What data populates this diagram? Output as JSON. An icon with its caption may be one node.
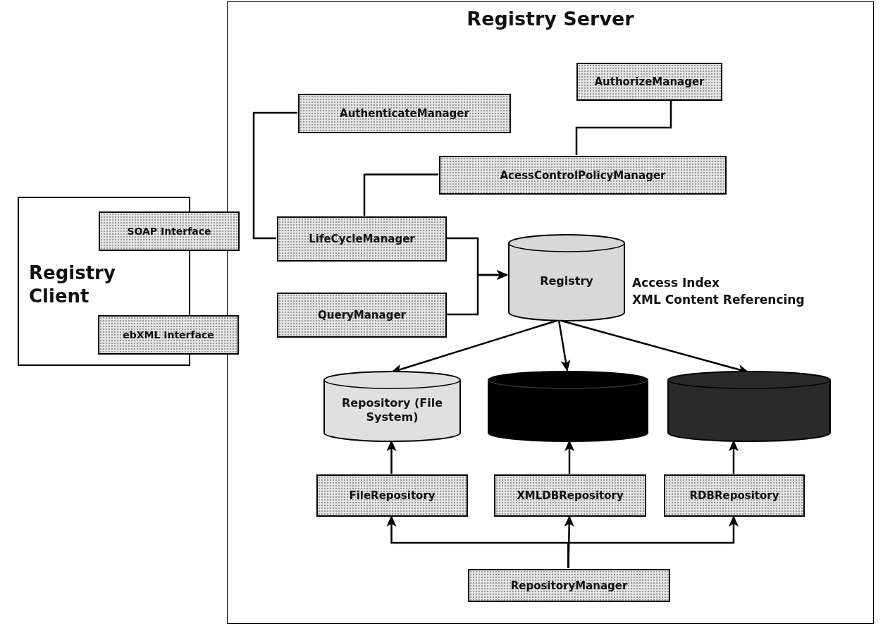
{
  "diagram": {
    "nodes": [
      {
        "text": [
          "Registry Server"
        ]
      },
      {
        "text": [
          "Registry Client"
        ]
      },
      {
        "text": [
          "SOAP Interface"
        ]
      },
      {
        "text": [
          "ebXML Interface"
        ]
      },
      {
        "text": [
          "AuthenticateManager"
        ],
        "in": 0
      },
      {
        "text": [
          "AuthorizeManager"
        ],
        "in": 0
      },
      {
        "text": [
          "AcessControlPolicyManager"
        ],
        "in": 0
      },
      {
        "text": [
          "LifeCycleManager"
        ],
        "in": 0
      },
      {
        "text": [
          "QueryManager"
        ],
        "in": 0
      },
      {
        "text": [
          "Registry"
        ],
        "in": 0,
        "beside": [
          "Access Index",
          "XML Content Referencing"
        ]
      },
      {
        "text": [
          "Repository (File System)"
        ],
        "in": 0
      },
      {
        "text": [],
        "shape": "cylinder",
        "in": 0
      },
      {
        "text": [],
        "shape": "cylinder",
        "in": 0
      },
      {
        "text": [
          "FileRepository"
        ],
        "in": 0
      },
      {
        "text": [
          "XMLDBRepository"
        ],
        "in": 0
      },
      {
        "text": [
          "RDBRepository"
        ],
        "in": 0
      },
      {
        "text": [
          "RepositoryManager"
        ],
        "in": 0
      }
    ],
    "edges": [
      {
        "from": 4,
        "to": 7,
        "arrow": "none"
      },
      {
        "from": 5,
        "to": 6,
        "arrow": "none"
      },
      {
        "from": 6,
        "to": 7,
        "arrow": "none"
      },
      {
        "from": 7,
        "to": 9,
        "arrow": "to"
      },
      {
        "from": 8,
        "to": 9,
        "arrow": "to"
      },
      {
        "from": 9,
        "to": 10,
        "arrow": "to"
      },
      {
        "from": 9,
        "to": 11,
        "arrow": "to"
      },
      {
        "from": 9,
        "to": 12,
        "arrow": "to"
      },
      {
        "from": 13,
        "to": 10,
        "arrow": "to"
      },
      {
        "from": 14,
        "to": 11,
        "arrow": "to"
      },
      {
        "from": 15,
        "to": 12,
        "arrow": "to"
      },
      {
        "from": 16,
        "to": 13,
        "arrow": "to"
      },
      {
        "from": 16,
        "to": 14,
        "arrow": "to"
      },
      {
        "from": 16,
        "to": 15,
        "arrow": "to"
      }
    ]
  }
}
